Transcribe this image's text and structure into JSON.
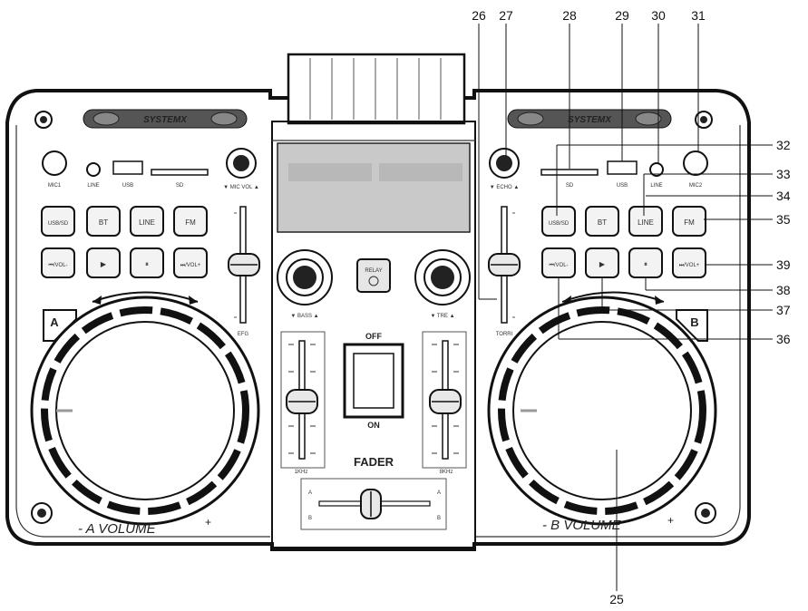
{
  "brand": "SYSTEMX",
  "left_deck": {
    "inputs": {
      "mic": "MIC1",
      "line": "LINE",
      "usb": "USB",
      "sd": "SD",
      "mic_vol": "▼ MIC VOL ▲"
    },
    "buttons": [
      "USB/SD",
      "BT",
      "LINE",
      "FM"
    ],
    "transport": [
      "⏮/VOL-",
      "▶",
      "⏸",
      "⏭/VOL+"
    ],
    "deck_label": "A",
    "volume_label": "- A VOLUME",
    "volume_plus": "+",
    "pitch_label": "EFG"
  },
  "right_deck": {
    "inputs": {
      "sd": "SD",
      "usb": "USB",
      "line": "LINE",
      "mic": "MIC2",
      "echo": "▼ ECHO ▲"
    },
    "buttons": [
      "USB/SD",
      "BT",
      "LINE",
      "FM"
    ],
    "transport": [
      "⏮/VOL-",
      "▶",
      "⏸",
      "⏭/VOL+"
    ],
    "deck_label": "B",
    "volume_label": "- B VOLUME",
    "volume_plus": "+",
    "pitch_label": "TORRI"
  },
  "center": {
    "bass": "▼ BASS ▲",
    "treble": "▼ TRE ▲",
    "relay": "RELAY",
    "off": "OFF",
    "on": "ON",
    "fader": "FADER",
    "cross_a": "A",
    "cross_b": "B",
    "ch_left": "1KHz",
    "ch_right": "8KHz"
  },
  "callouts": [
    "25",
    "26",
    "27",
    "28",
    "29",
    "30",
    "31",
    "32",
    "33",
    "34",
    "35",
    "36",
    "37",
    "38",
    "39"
  ]
}
